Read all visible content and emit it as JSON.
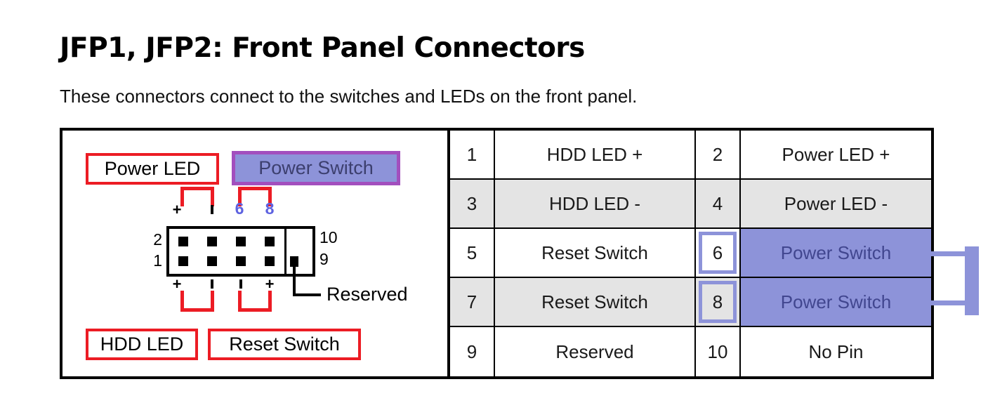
{
  "page": {
    "title": "JFP1, JFP2: Front Panel Connectors",
    "subtitle": "These connectors connect to the switches and LEDs on the front panel."
  },
  "diagram": {
    "power_led_label": "Power LED",
    "power_switch_label": "Power Switch",
    "hdd_led_label": "HDD LED",
    "reset_switch_label": "Reset Switch",
    "reserved_label": "Reserved",
    "pin_number_top_left": "2",
    "pin_number_bottom_left": "1",
    "pin_number_top_right": "10",
    "pin_number_bottom_right": "9",
    "highlight_pin_6": "6",
    "highlight_pin_8": "8",
    "plus_top": "+",
    "plus_bottom_left": "+",
    "plus_bottom_right": "+"
  },
  "pin_table": {
    "rows": [
      {
        "cells": [
          "1",
          "HDD LED +",
          "2",
          "Power LED +"
        ]
      },
      {
        "cells": [
          "3",
          "HDD LED -",
          "4",
          "Power LED -"
        ]
      },
      {
        "cells": [
          "5",
          "Reset Switch",
          "6",
          "Power Switch"
        ]
      },
      {
        "cells": [
          "7",
          "Reset Switch",
          "8",
          "Power Switch"
        ]
      },
      {
        "cells": [
          "9",
          "Reserved",
          "10",
          "No Pin"
        ]
      }
    ]
  },
  "colors": {
    "callout_red": "#ec1c24",
    "power_switch_border_purple": "#a24fbe",
    "highlight_periwinkle": "#8d93d9",
    "highlight_text_blue": "#41468f",
    "pin_number_blue": "#5d62e0",
    "table_row_gray": "#e4e4e4"
  }
}
